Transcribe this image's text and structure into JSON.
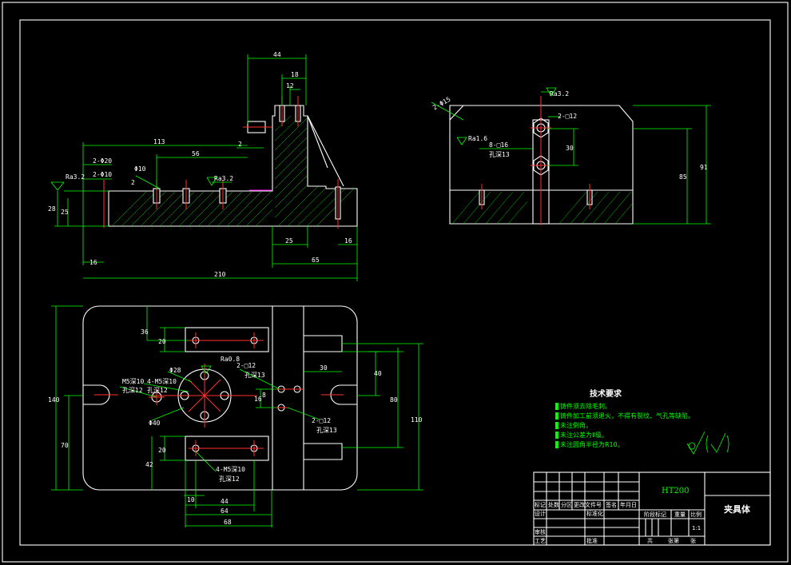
{
  "dims": {
    "d44": "44",
    "d18": "18",
    "d12": "12",
    "d113": "113",
    "d56": "56",
    "phi20": "2-Φ20",
    "phi10a": "2-Φ10",
    "phi10b": "Φ10",
    "d2a": "2",
    "d2b": "2",
    "ra32a": "Ra3.2",
    "ra32b": "Ra3.2",
    "d28": "28",
    "d25v": "25",
    "d25h": "25",
    "d16a": "16",
    "d16b": "16",
    "d65": "65",
    "d210": "210",
    "c2x45": "2-Φ15",
    "ra32c": "Ra3.2",
    "ra16": "Ra1.6",
    "sq12": "2-□12",
    "sq16": "8-□16",
    "kong13a": "孔深13",
    "d30a": "30",
    "d85": "85",
    "d91": "91",
    "d36": "36",
    "d20a": "20",
    "d20b": "20",
    "d42": "42",
    "d140": "140",
    "d70": "70",
    "m5a": "M5深10",
    "kong12a": "孔深12",
    "m5b": "4-M5深10",
    "kong12b": "孔深12",
    "phi28": "Φ28",
    "phi40": "Φ40",
    "sq12b": "2-□12",
    "kong13b": "孔深13",
    "ra08": "Ra0.8",
    "d16c": "16",
    "d8": "8",
    "d30b": "30",
    "d40": "40",
    "d80": "80",
    "d110": "110",
    "sq12c": "2-□12",
    "kong13c": "孔深13",
    "m5c": "4-M5深10",
    "kong12c": "孔深12",
    "d10": "10",
    "d44b": "44",
    "d64": "64",
    "d68": "68"
  },
  "tech": {
    "title": "技术要求",
    "items": [
      "铸件须去除毛刺。",
      "铸件加工前须退火，不得有裂纹、气孔等缺陷。",
      "未注倒角。",
      "未注公差为Ⅱ级。",
      "未注圆角半径为R10。"
    ]
  },
  "symbol": "√(√)",
  "title_block": {
    "material": "HT200",
    "part_name": "夹具体",
    "labels": {
      "mark": "标记",
      "count": "处数",
      "zone": "分区",
      "docno": "更改文件号",
      "sign": "签名",
      "date": "年月日",
      "design": "设计",
      "std": "标准化",
      "stage": "阶段标记",
      "weight": "重量",
      "scale": "比例",
      "review": "审核",
      "process": "工艺",
      "approve": "批准",
      "total": "共",
      "sheet_word": "张第",
      "sheet_end": "张"
    },
    "scale_value": "1:1"
  }
}
